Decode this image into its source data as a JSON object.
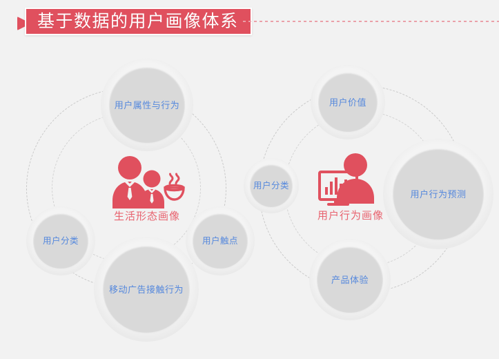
{
  "header": {
    "title": "基于数据的用户画像体系",
    "accent_color": "#e0505e",
    "divider_color": "#eaa0a8"
  },
  "theme": {
    "background": "#f2f2f2",
    "label_blue": "#5588dd",
    "node_fill": "#d9d9d9",
    "node_halo": "#eaeaea",
    "dashed_ring": "#c9c9c9",
    "red": "#e0505e",
    "caption_red": "#e8636f"
  },
  "clusters": [
    {
      "id": "life-style-portrait",
      "center": {
        "caption": "生活形态画像",
        "icon": "family-with-bowl-icon"
      },
      "nodes": [
        {
          "id": "user-attributes-behavior",
          "label": "用户属性与行为"
        },
        {
          "id": "user-classification-left",
          "label": "用户分类"
        },
        {
          "id": "user-touchpoint",
          "label": "用户触点"
        },
        {
          "id": "mobile-ad-exposure",
          "label": "移动广告接触行为"
        }
      ]
    },
    {
      "id": "user-behavior-portrait",
      "center": {
        "caption": "用户行为画像",
        "icon": "person-with-bar-chart-monitor-icon"
      },
      "nodes": [
        {
          "id": "user-value",
          "label": "用户价值"
        },
        {
          "id": "user-classification-right",
          "label": "用户分类"
        },
        {
          "id": "user-behavior-prediction",
          "label": "用户行为预测"
        },
        {
          "id": "product-experience",
          "label": "产品体验"
        }
      ]
    }
  ]
}
